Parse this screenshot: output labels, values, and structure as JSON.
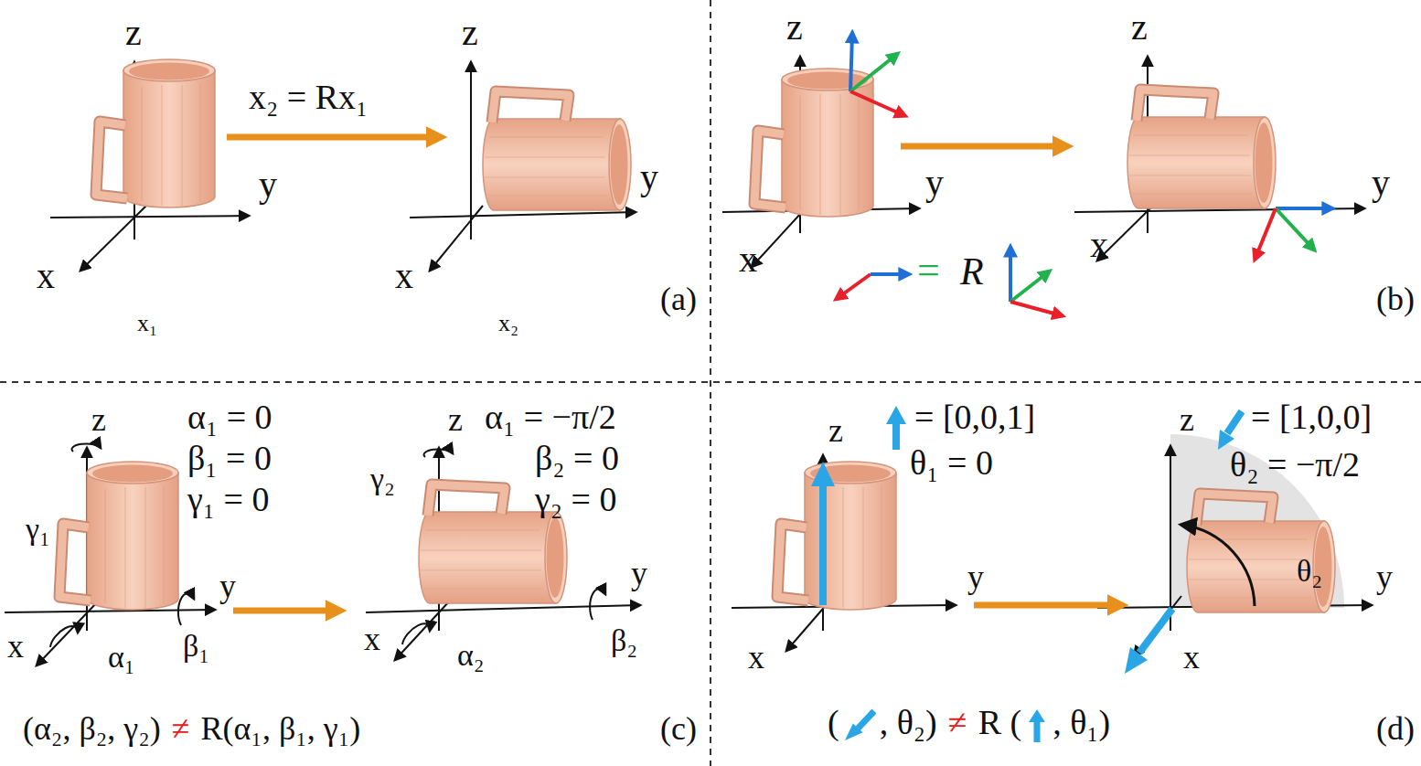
{
  "diagram": {
    "labels": [
      "z",
      "x₂ = Rx₁",
      "z",
      "y",
      "y",
      "x",
      "x",
      "x₁",
      "x₂",
      "(a)",
      "z",
      "z",
      "y",
      "y",
      "x",
      "x",
      "=",
      "R",
      "(b)",
      "α₁ = 0",
      "β₁ = 0",
      "γ₁ = 0",
      "α₁ = −π/2",
      "β₂ = 0",
      "γ₂ = 0",
      "z",
      "z",
      "γ₁",
      "γ₂",
      "y",
      "y",
      "x",
      "x",
      "α₁",
      "β₁",
      "α₂",
      "β₂",
      "(α₂, β₂, γ₂)",
      "≠",
      "R(α₁, β₁, γ₁)",
      "(c)",
      "= [0,0,1]",
      "θ₁ = 0",
      "= [1,0,0]",
      "θ₂ = −π/2",
      "z",
      "z",
      "y",
      "y",
      "x",
      "x",
      "θ₂",
      "(",
      ", θ₂)",
      "≠",
      "R (",
      ", θ₁)",
      "(d)"
    ]
  }
}
